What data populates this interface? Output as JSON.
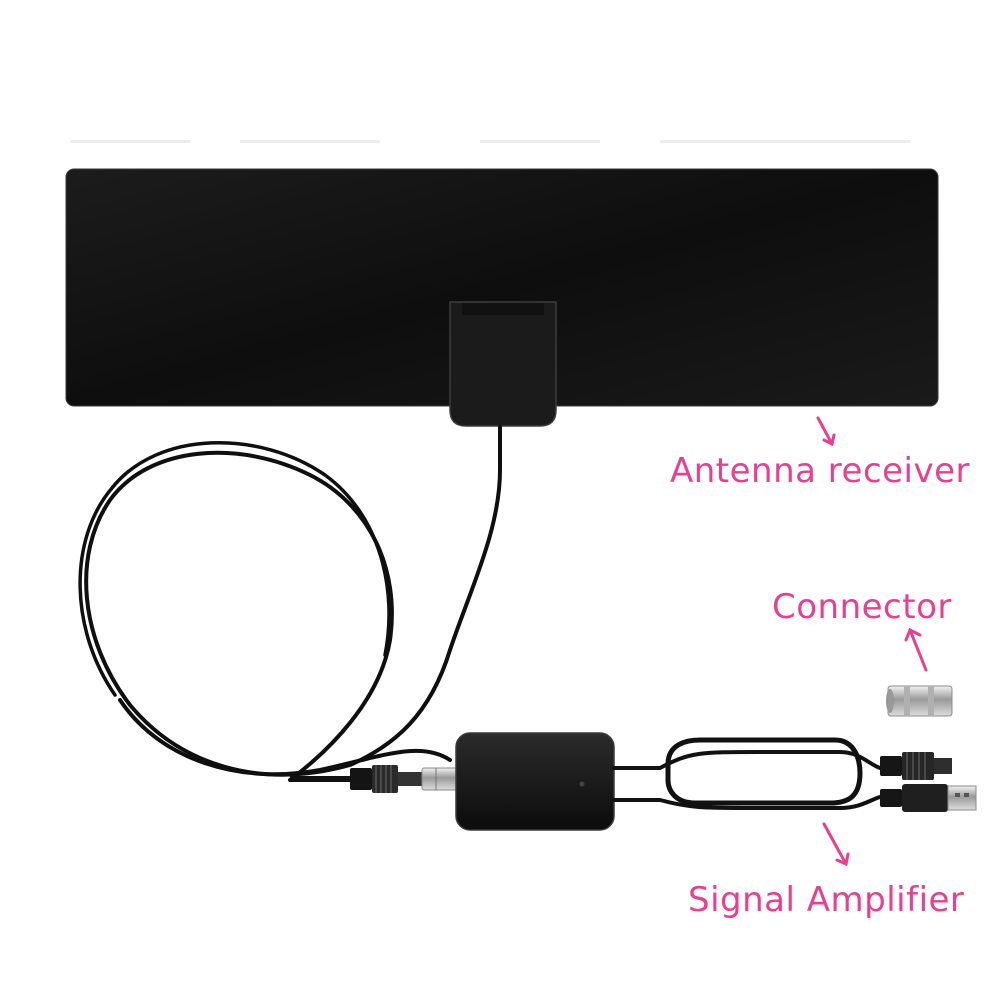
{
  "labels": {
    "antenna_receiver": "Antenna receiver",
    "connector": "Connector",
    "signal_amplifier": "Signal Amplifier"
  },
  "icons": {
    "antenna_panel": "flat-antenna-panel-icon",
    "cable_coil": "coiled-coax-cable-icon",
    "amplifier_box": "amplifier-box-icon",
    "coax_connector": "coax-connector-icon",
    "usb_plug": "usb-plug-icon"
  },
  "colors": {
    "label_accent": "#ea3f8f",
    "product_black": "#151515",
    "background": "#ffffff"
  }
}
